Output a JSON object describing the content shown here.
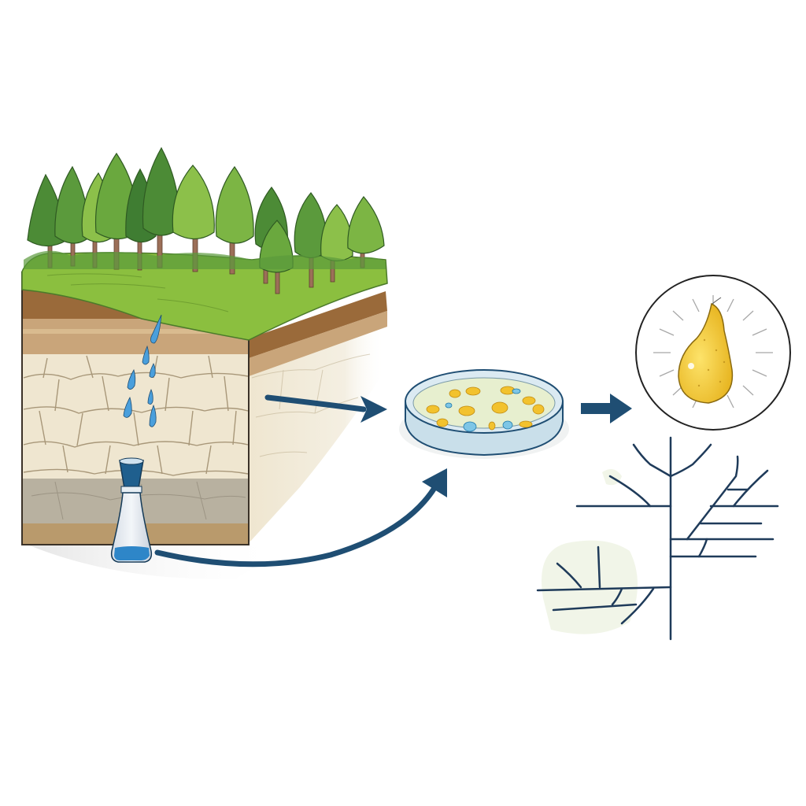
{
  "diagram": {
    "description": "Workflow illustration: soil sample collected from forest soil profile, cultured in petri dish, organism isolated, then placed on phylogenetic tree",
    "background": "#ffffff",
    "accent_color": "#1f4e73",
    "steps": [
      {
        "id": "soil-profile",
        "label": "Forest soil cross-section with sample bottle"
      },
      {
        "id": "petri-dish",
        "label": "Petri dish culture with colonies"
      },
      {
        "id": "isolate",
        "label": "Isolated yellow organism in circle"
      },
      {
        "id": "phylogeny",
        "label": "Phylogenetic tree"
      }
    ],
    "arrows": [
      {
        "from": "soil-profile",
        "to": "petri-dish",
        "style": "curved"
      },
      {
        "from": "sample-bottle",
        "to": "petri-dish",
        "style": "curved-upward"
      },
      {
        "from": "petri-dish",
        "to": "isolate",
        "style": "straight"
      }
    ],
    "soil_layers": [
      {
        "name": "grass",
        "color": "#8bbf3f"
      },
      {
        "name": "topsoil",
        "color": "#9a6a3a"
      },
      {
        "name": "subsoil",
        "color": "#c9a57a"
      },
      {
        "name": "bedrock",
        "color": "#efe6d0"
      },
      {
        "name": "deep-layer",
        "color": "#b8b1a0"
      }
    ],
    "colors": {
      "tree_dark": "#3f7d32",
      "tree_light": "#8cc04a",
      "water": "#4a9fdc",
      "colony": "#f2c22e",
      "organism": "#f2cf3a",
      "dish_fill": "#e7efcf"
    }
  }
}
